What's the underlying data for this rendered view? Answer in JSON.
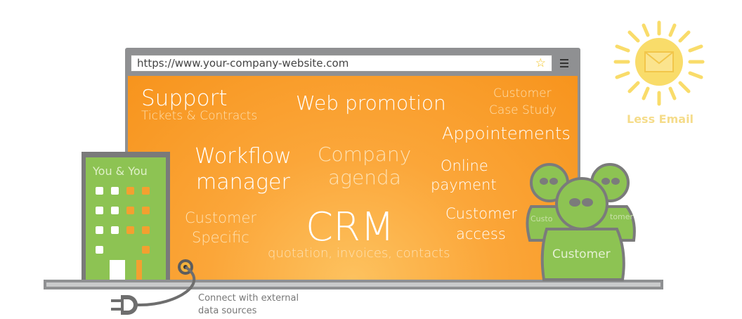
{
  "browser": {
    "url": "https://www.your-company-website.com",
    "star_glyph": "☆"
  },
  "features": {
    "support_title": "Support",
    "support_sub": "Tickets & Contracts",
    "web_promotion": "Web promotion",
    "case_study_1": "Customer",
    "case_study_2": "Case Study",
    "appointments": "Appointements",
    "workflow_1": "Workflow",
    "workflow_2": "manager",
    "agenda_1": "Company",
    "agenda_2": "agenda",
    "payment_1": "Online",
    "payment_2": "payment",
    "specific_1": "Customer",
    "specific_2": "Specific",
    "crm": "CRM",
    "crm_sub": "quotation, invoices, contacts",
    "access_1": "Customer",
    "access_2": "access"
  },
  "building": {
    "label": "You & You"
  },
  "customers": {
    "front_label": "Customer",
    "left_label": "Custo",
    "right_label": "tomer"
  },
  "connector": {
    "line1": "Connect with external",
    "line2": "data sources"
  },
  "sun": {
    "label": "Less Email"
  },
  "colors": {
    "orange": "#f7941d",
    "green": "#8dc353",
    "gray": "#8f9092",
    "sun": "#f9dc6a"
  }
}
